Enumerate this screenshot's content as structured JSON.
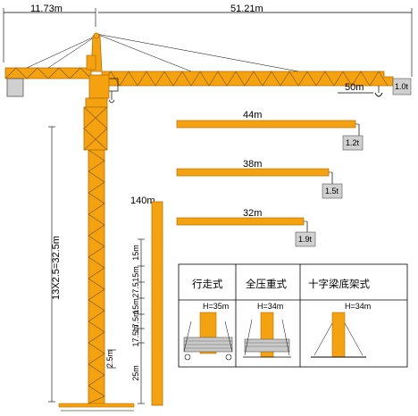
{
  "colors": {
    "crane": "#f4a20f",
    "crane_dark": "#b86f00",
    "lattice": "#8a5a00",
    "weight_box": "#d0d0d0",
    "line": "#000000"
  },
  "dimensions": {
    "counter_jib": "11.73m",
    "main_jib": "51.21m",
    "tip_radius": "50m",
    "tower_height_formula": "13X2.5=32.5m",
    "mast_total": "140m"
  },
  "jib_variants": [
    {
      "length": "44m",
      "load": "1.2t"
    },
    {
      "length": "38m",
      "load": "1.5t"
    },
    {
      "length": "32m",
      "load": "1.9t"
    }
  ],
  "tip_load": "1.0t",
  "mast_segments": [
    "15m",
    "15m",
    "27.5",
    "15m",
    "17.5m",
    "17.5m",
    "25m"
  ],
  "section_label": "2.5m",
  "base_table": {
    "headers": [
      "行走式",
      "全压重式",
      "十字梁底架式"
    ],
    "heights": [
      "H=35m",
      "H=34m",
      "H=34m"
    ]
  }
}
